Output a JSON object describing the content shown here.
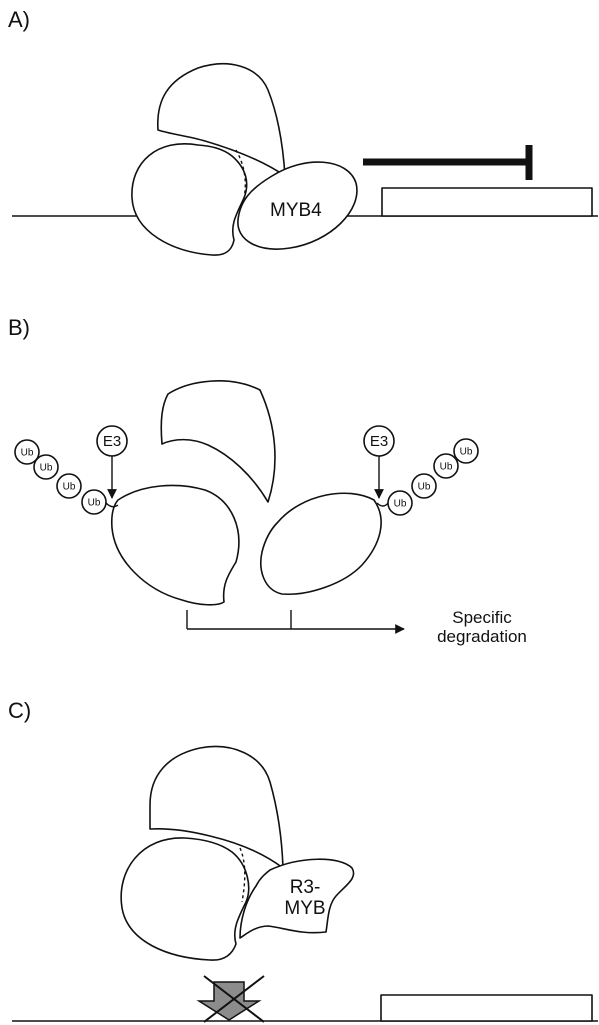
{
  "panels": {
    "a": {
      "label": "A)",
      "protein_label": "MYB4"
    },
    "b": {
      "label": "B)",
      "e3_left": "E3",
      "e3_right": "E3",
      "ubiquitin": "Ub",
      "outcome_line1": "Specific",
      "outcome_line2": "degradation"
    },
    "c": {
      "label": "C)",
      "protein_line1": "R3-",
      "protein_line2": "MYB"
    }
  },
  "colors": {
    "line": "#111111",
    "blocked_arrow_fill": "#8c8c8c",
    "background": "#ffffff"
  }
}
